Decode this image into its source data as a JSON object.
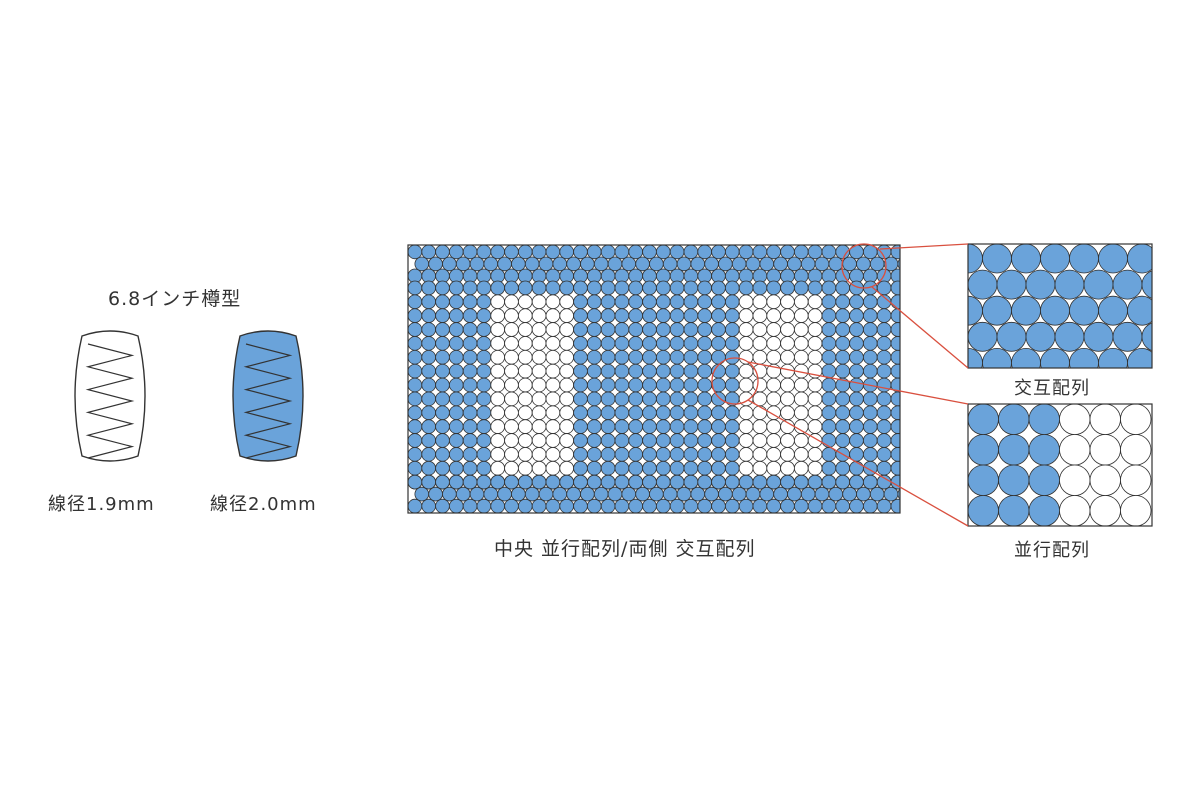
{
  "coil": {
    "title": "6.8インチ樽型",
    "wire_a": "線径1.9mm",
    "wire_b": "線径2.0mm"
  },
  "layout_diagram": {
    "caption": "中央 並行配列/両側 交互配列"
  },
  "zoom_staggered": {
    "caption": "交互配列"
  },
  "zoom_parallel": {
    "caption": "並行配列"
  },
  "colors": {
    "blue_spring": "#6aa3da",
    "white_spring": "#ffffff",
    "outline": "#333333",
    "highlight": "#d9503f"
  }
}
